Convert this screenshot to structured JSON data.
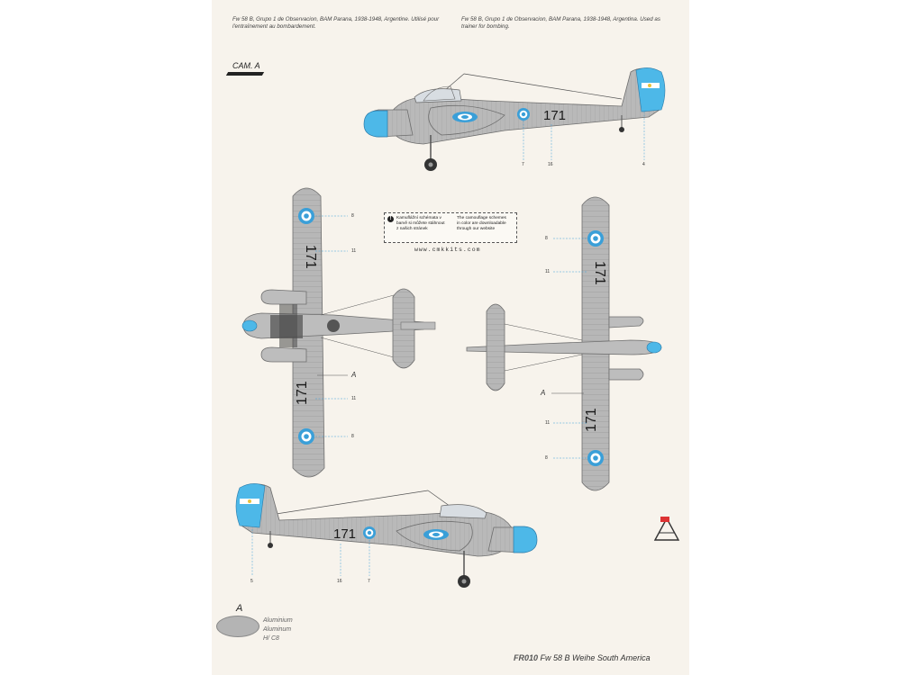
{
  "captions": {
    "french": "Fw 58 B, Grupo 1 de Observacion, BAM Parana, 1938-1948, Argentine. Utilisé pour l'entraînement au bombardement.",
    "english": "Fw 58 B, Grupo 1 de Observacion, BAM Parana, 1938-1948, Argentina. Used as trainer for bombing."
  },
  "camouflage_label": "CAM. A",
  "aircraft_code": "171",
  "callouts": {
    "side_top": [
      "7",
      "16",
      "4"
    ],
    "wing_left": [
      "8",
      "11",
      "A",
      "11",
      "8"
    ],
    "wing_right": [
      "8",
      "11",
      "A",
      "11",
      "8"
    ],
    "side_bottom": [
      "5",
      "16",
      "7"
    ]
  },
  "notice": {
    "czech": [
      "Kamuflážní schémata v",
      "barvě si můžete stáhnout",
      "z našich stránek"
    ],
    "english": [
      "The camouflage schemes",
      "in color are downloadable",
      "through our website"
    ]
  },
  "website": "www.cmkkits.com",
  "legend": {
    "code": "A",
    "lines": [
      "Aluminium",
      "Aluminum",
      "H/ C8"
    ]
  },
  "product": {
    "code": "FR010",
    "name": "Fw 58 B Weihe South America"
  },
  "colors": {
    "aluminium": "#b4b4b4",
    "sky_blue": "#4db8e8",
    "roundel_blue": "#3a9fd8",
    "panel_line": "#8c8c8c",
    "marking_black": "#1a1a1a"
  }
}
